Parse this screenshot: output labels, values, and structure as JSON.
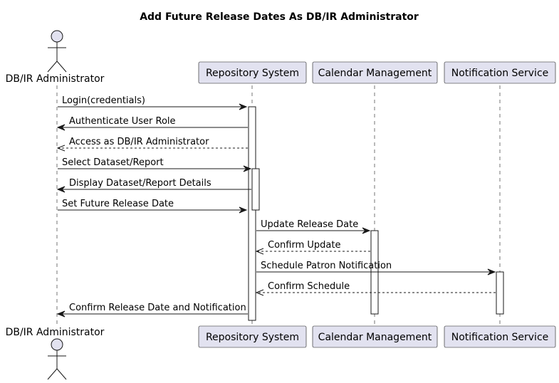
{
  "title": "Add Future Release Dates As DB/IR Administrator",
  "participants": [
    {
      "id": "admin",
      "label": "DB/IR Administrator",
      "kind": "actor"
    },
    {
      "id": "repo",
      "label": "Repository System",
      "kind": "participant"
    },
    {
      "id": "cal",
      "label": "Calendar Management",
      "kind": "participant"
    },
    {
      "id": "notif",
      "label": "Notification Service",
      "kind": "participant"
    }
  ],
  "messages": [
    {
      "from": "admin",
      "to": "repo",
      "label": "Login(credentials)",
      "style": "solid"
    },
    {
      "from": "repo",
      "to": "admin",
      "label": "Authenticate User Role",
      "style": "solid"
    },
    {
      "from": "repo",
      "to": "admin",
      "label": "Access as DB/IR Administrator",
      "style": "dashed"
    },
    {
      "from": "admin",
      "to": "repo",
      "label": "Select Dataset/Report",
      "style": "solid"
    },
    {
      "from": "repo",
      "to": "admin",
      "label": "Display Dataset/Report Details",
      "style": "solid"
    },
    {
      "from": "admin",
      "to": "repo",
      "label": "Set Future Release Date",
      "style": "solid"
    },
    {
      "from": "repo",
      "to": "cal",
      "label": "Update Release Date",
      "style": "solid"
    },
    {
      "from": "cal",
      "to": "repo",
      "label": "Confirm Update",
      "style": "dashed"
    },
    {
      "from": "repo",
      "to": "notif",
      "label": "Schedule Patron Notification",
      "style": "solid"
    },
    {
      "from": "notif",
      "to": "repo",
      "label": "Confirm Schedule",
      "style": "dashed"
    },
    {
      "from": "repo",
      "to": "admin",
      "label": "Confirm Release Date and Notification",
      "style": "solid"
    }
  ]
}
